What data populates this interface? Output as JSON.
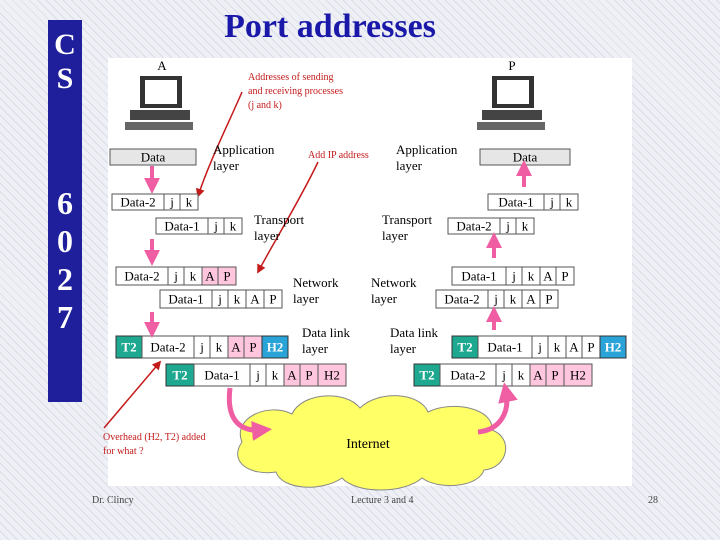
{
  "title": "Port addresses",
  "sidebar": {
    "letters": [
      "C",
      "S"
    ],
    "digits": [
      "6",
      "0",
      "2",
      "7"
    ]
  },
  "hosts": {
    "left": "A",
    "right": "P"
  },
  "annotations": {
    "addresses_line1": "Addresses of sending",
    "addresses_line2": "and receiving processes",
    "addresses_line3": "(j and k)",
    "add_ip": "Add IP address",
    "overhead_line1": "Overhead (H2, T2) added",
    "overhead_line2": "for what ?"
  },
  "layers": {
    "application": [
      "Application",
      "layer"
    ],
    "transport": [
      "Transport",
      "layer"
    ],
    "network": [
      "Network",
      "layer"
    ],
    "datalink": [
      "Data link",
      "layer"
    ]
  },
  "labels": {
    "data": "Data",
    "data1": "Data-1",
    "data2": "Data-2",
    "j": "j",
    "k": "k",
    "A": "A",
    "P": "P",
    "H2": "H2",
    "T2": "T2"
  },
  "cloud_label": "Internet",
  "footer": {
    "author": "Dr. Clincy",
    "lecture": "Lecture 3 and 4",
    "page": "28"
  },
  "colors": {
    "sidebar": "#1f1f9c",
    "title": "#1a18a8",
    "pink": "#ef5da3",
    "pink_box": "#ffc6de",
    "green": "#1fa890",
    "blue": "#2aa3d8",
    "cloud": "#ffff66",
    "annotation_red": "#c41a1a"
  }
}
